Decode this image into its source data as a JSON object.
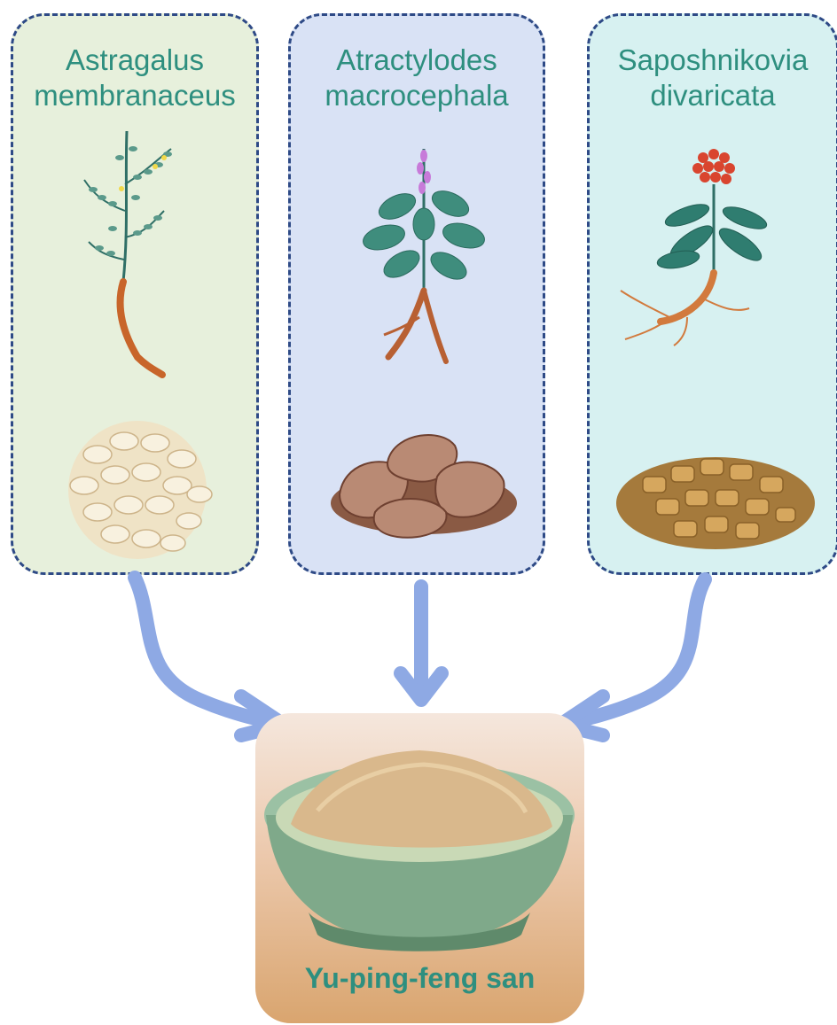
{
  "herbs": [
    {
      "name": "Astragalus membranaceus",
      "line1": "Astragalus",
      "line2": "membranaceus"
    },
    {
      "name": "Atractylodes macrocephala",
      "line1": "Atractylodes",
      "line2": "macrocephala"
    },
    {
      "name": "Saposhnikovia divaricata",
      "line1": "Saposhnikovia",
      "line2": "divaricata"
    }
  ],
  "result": {
    "label": "Yu-ping-feng san"
  },
  "colors": {
    "title_text": "#2e8f7f",
    "panel_border": "#2e4a86",
    "arrow": "#8ea9e4",
    "panel_1_bg": "#e7f0dc",
    "panel_2_bg": "#d9e2f5",
    "panel_3_bg": "#d7f1f1"
  }
}
